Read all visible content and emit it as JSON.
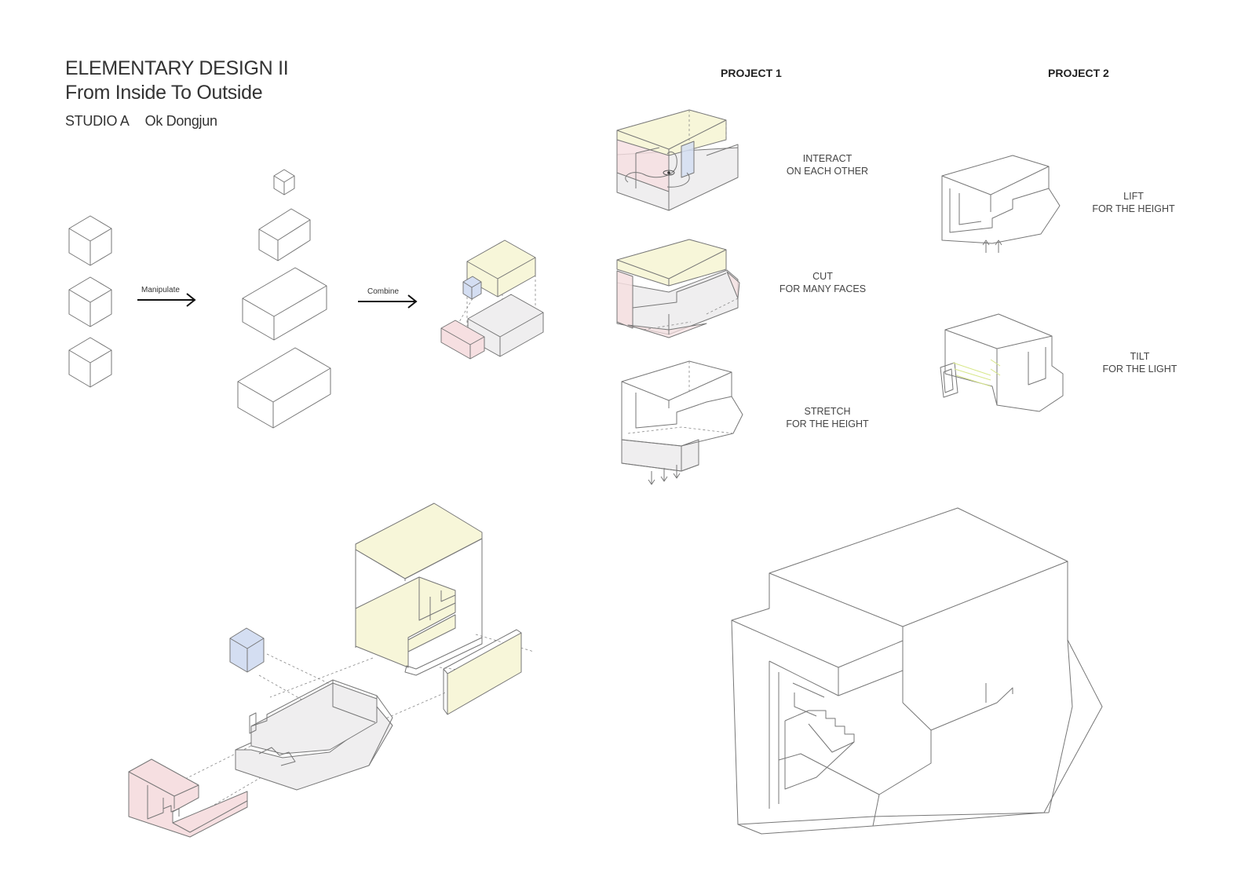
{
  "header": {
    "title": "ELEMENTARY DESIGN II",
    "subtitle": "From Inside To Outside",
    "studio": "STUDIO A",
    "author": "Ok Dongjun"
  },
  "process": {
    "manipulate_label": "Manipulate",
    "combine_label": "Combine"
  },
  "project1": {
    "heading": "PROJECT 1",
    "steps": [
      {
        "line1": "INTERACT",
        "line2": "ON EACH OTHER"
      },
      {
        "line1": "CUT",
        "line2": "FOR  MANY FACES"
      },
      {
        "line1": "STRETCH",
        "line2": "FOR THE HEIGHT"
      }
    ]
  },
  "project2": {
    "heading": "PROJECT 2",
    "steps": [
      {
        "line1": "LIFT",
        "line2": "FOR THE HEIGHT"
      },
      {
        "line1": "TILT",
        "line2": "FOR THE LIGHT"
      }
    ]
  },
  "colors": {
    "yellow": "#f7f6d9",
    "pink": "#f6dfe1",
    "blue": "#d4def2",
    "grey": "#efeeef",
    "line": "#777777"
  }
}
